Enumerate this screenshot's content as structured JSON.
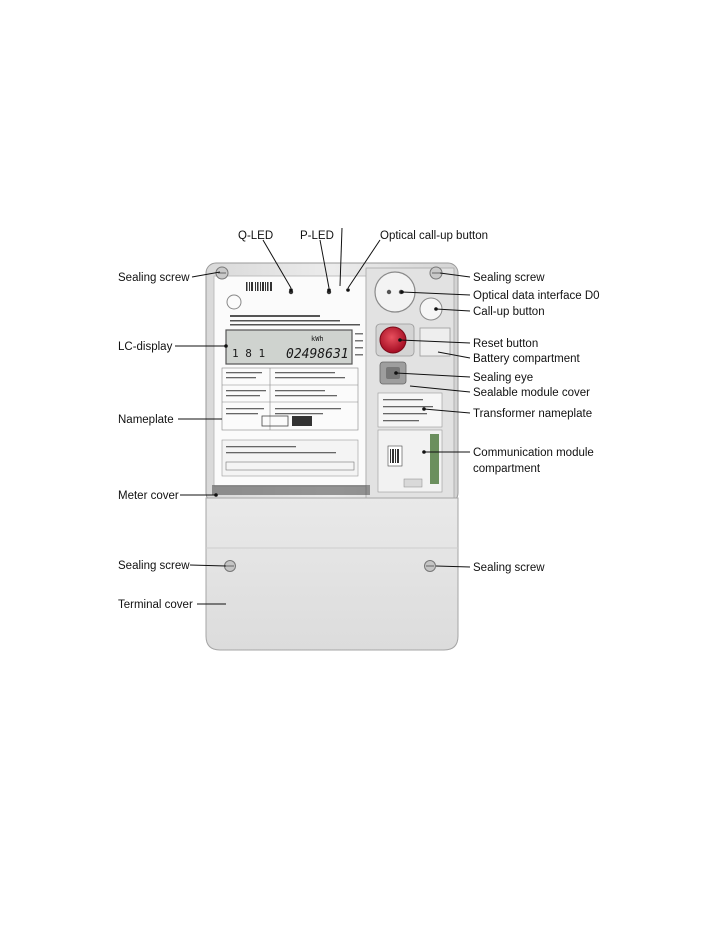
{
  "labels": {
    "q_led": "Q-LED",
    "p_led": "P-LED",
    "optical_callup_button": "Optical call-up button",
    "sealing_screw_top_left": "Sealing screw",
    "sealing_screw_top_right": "Sealing screw",
    "optical_data_interface": "Optical data interface D0",
    "callup_button": "Call-up button",
    "lc_display": "LC-display",
    "reset_button": "Reset button",
    "battery_compartment": "Battery compartment",
    "sealing_eye": "Sealing eye",
    "sealable_module_cover": "Sealable module cover",
    "nameplate": "Nameplate",
    "transformer_nameplate": "Transformer nameplate",
    "comm_module_line1": "Communication  module",
    "comm_module_line2": "compartment",
    "meter_cover": "Meter cover",
    "sealing_screw_bottom_left": "Sealing screw",
    "sealing_screw_bottom_right": "Sealing screw",
    "terminal_cover": "Terminal cover"
  },
  "display": {
    "left_digits": "1 8 1",
    "reading": "02498631",
    "unit": "kWh"
  },
  "colors": {
    "reset_button": "#c8102e",
    "meter_body": "#e6e6e6",
    "lcd_background": "#cfd3cf"
  }
}
